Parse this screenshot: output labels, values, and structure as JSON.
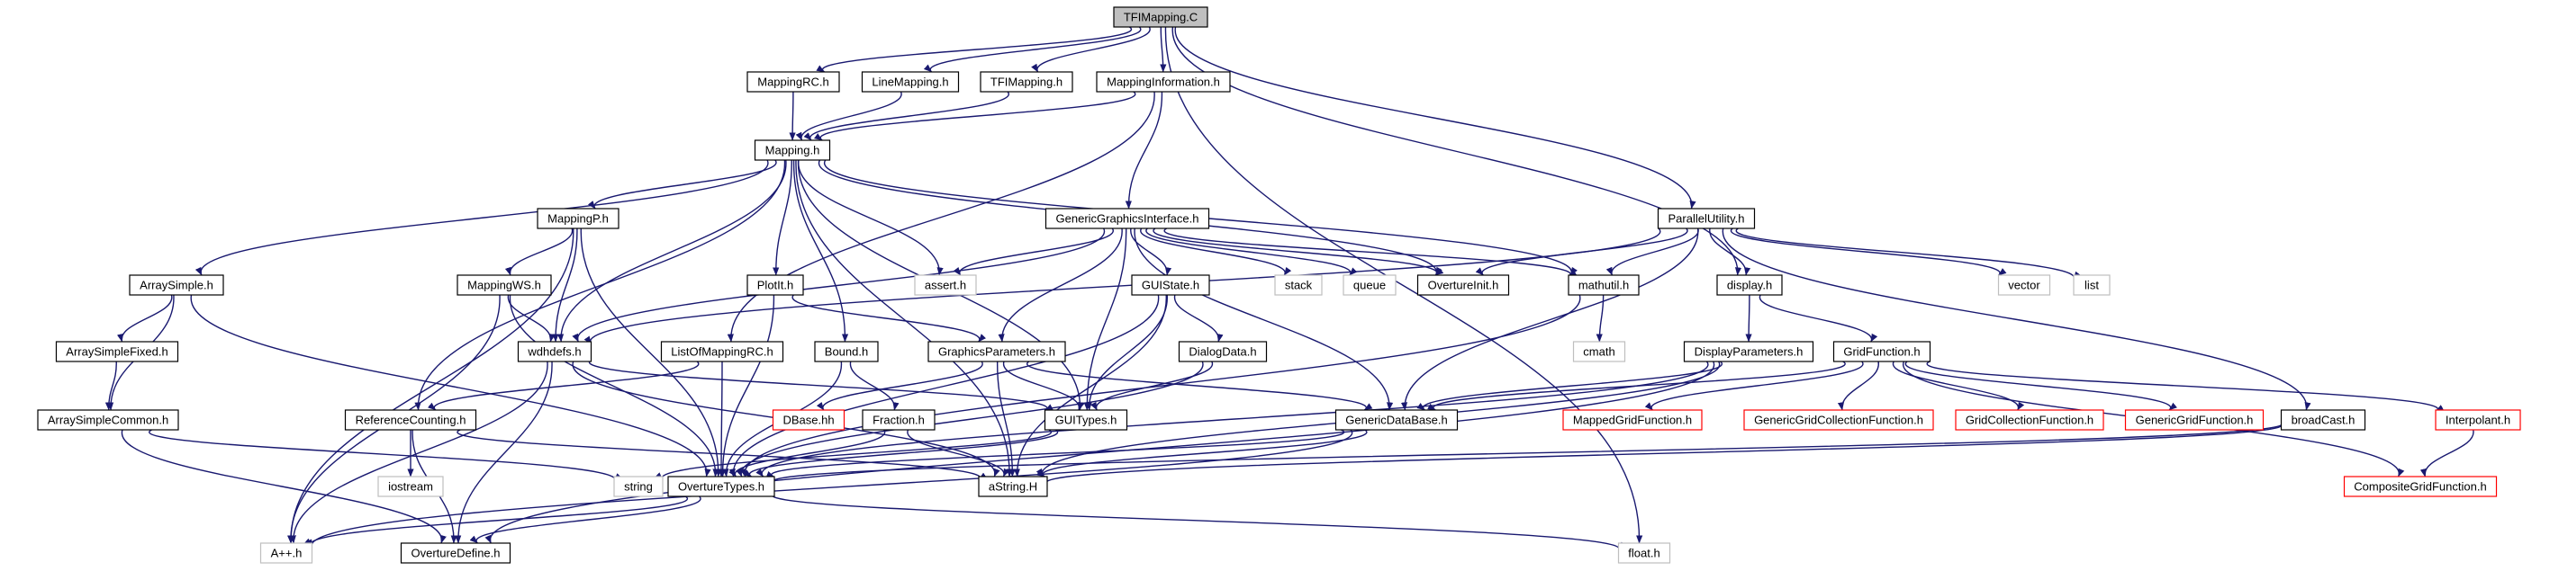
{
  "graph": {
    "colors": {
      "edge": "#191970",
      "border_black": "#000000",
      "border_gray": "#bfbfbf",
      "border_red": "#ff0000",
      "root_fill": "#bfbfbf"
    },
    "nodes": [
      {
        "id": "TFIMapping.C",
        "label": "TFIMapping.C",
        "style": "root"
      },
      {
        "id": "MappingRC.h",
        "label": "MappingRC.h",
        "style": "black"
      },
      {
        "id": "LineMapping.h",
        "label": "LineMapping.h",
        "style": "black"
      },
      {
        "id": "TFIMapping.h",
        "label": "TFIMapping.h",
        "style": "black"
      },
      {
        "id": "MappingInformation.h",
        "label": "MappingInformation.h",
        "style": "black"
      },
      {
        "id": "Mapping.h",
        "label": "Mapping.h",
        "style": "black"
      },
      {
        "id": "MappingP.h",
        "label": "MappingP.h",
        "style": "black"
      },
      {
        "id": "GenericGraphicsInterface.h",
        "label": "GenericGraphicsInterface.h",
        "style": "black"
      },
      {
        "id": "ParallelUtility.h",
        "label": "ParallelUtility.h",
        "style": "black"
      },
      {
        "id": "ArraySimple.h",
        "label": "ArraySimple.h",
        "style": "black"
      },
      {
        "id": "MappingWS.h",
        "label": "MappingWS.h",
        "style": "black"
      },
      {
        "id": "PlotIt.h",
        "label": "PlotIt.h",
        "style": "black"
      },
      {
        "id": "assert.h",
        "label": "assert.h",
        "style": "gray"
      },
      {
        "id": "GUIState.h",
        "label": "GUIState.h",
        "style": "black"
      },
      {
        "id": "stack",
        "label": "stack",
        "style": "gray"
      },
      {
        "id": "queue",
        "label": "queue",
        "style": "gray"
      },
      {
        "id": "OvertureInit.h",
        "label": "OvertureInit.h",
        "style": "black"
      },
      {
        "id": "mathutil.h",
        "label": "mathutil.h",
        "style": "black"
      },
      {
        "id": "display.h",
        "label": "display.h",
        "style": "black"
      },
      {
        "id": "vector",
        "label": "vector",
        "style": "gray"
      },
      {
        "id": "list",
        "label": "list",
        "style": "gray"
      },
      {
        "id": "ArraySimpleFixed.h",
        "label": "ArraySimpleFixed.h",
        "style": "black"
      },
      {
        "id": "wdhdefs.h",
        "label": "wdhdefs.h",
        "style": "black"
      },
      {
        "id": "ListOfMappingRC.h",
        "label": "ListOfMappingRC.h",
        "style": "black"
      },
      {
        "id": "Bound.h",
        "label": "Bound.h",
        "style": "black"
      },
      {
        "id": "GraphicsParameters.h",
        "label": "GraphicsParameters.h",
        "style": "black"
      },
      {
        "id": "DialogData.h",
        "label": "DialogData.h",
        "style": "black"
      },
      {
        "id": "cmath",
        "label": "cmath",
        "style": "gray"
      },
      {
        "id": "DisplayParameters.h",
        "label": "DisplayParameters.h",
        "style": "black"
      },
      {
        "id": "GridFunction.h",
        "label": "GridFunction.h",
        "style": "black"
      },
      {
        "id": "ArraySimpleCommon.h",
        "label": "ArraySimpleCommon.h",
        "style": "black"
      },
      {
        "id": "ReferenceCounting.h",
        "label": "ReferenceCounting.h",
        "style": "black"
      },
      {
        "id": "DBase.hh",
        "label": "DBase.hh",
        "style": "red"
      },
      {
        "id": "Fraction.h",
        "label": "Fraction.h",
        "style": "black"
      },
      {
        "id": "GUITypes.h",
        "label": "GUITypes.h",
        "style": "black"
      },
      {
        "id": "GenericDataBase.h",
        "label": "GenericDataBase.h",
        "style": "black"
      },
      {
        "id": "MappedGridFunction.h",
        "label": "MappedGridFunction.h",
        "style": "red"
      },
      {
        "id": "GenericGridCollectionFunction.h",
        "label": "GenericGridCollectionFunction.h",
        "style": "red"
      },
      {
        "id": "GridCollectionFunction.h",
        "label": "GridCollectionFunction.h",
        "style": "red"
      },
      {
        "id": "GenericGridFunction.h",
        "label": "GenericGridFunction.h",
        "style": "red"
      },
      {
        "id": "broadCast.h",
        "label": "broadCast.h",
        "style": "black"
      },
      {
        "id": "Interpolant.h",
        "label": "Interpolant.h",
        "style": "red"
      },
      {
        "id": "iostream",
        "label": "iostream",
        "style": "gray"
      },
      {
        "id": "string",
        "label": "string",
        "style": "gray"
      },
      {
        "id": "OvertureTypes.h",
        "label": "OvertureTypes.h",
        "style": "black"
      },
      {
        "id": "aString.H",
        "label": "aString.H",
        "style": "black"
      },
      {
        "id": "CompositeGridFunction.h",
        "label": "CompositeGridFunction.h",
        "style": "red"
      },
      {
        "id": "A++.h",
        "label": "A++.h",
        "style": "gray"
      },
      {
        "id": "OvertureDefine.h",
        "label": "OvertureDefine.h",
        "style": "black"
      },
      {
        "id": "float.h",
        "label": "float.h",
        "style": "gray"
      }
    ],
    "edges": [
      [
        "TFIMapping.C",
        "MappingRC.h"
      ],
      [
        "TFIMapping.C",
        "LineMapping.h"
      ],
      [
        "TFIMapping.C",
        "TFIMapping.h"
      ],
      [
        "TFIMapping.C",
        "MappingInformation.h"
      ],
      [
        "TFIMapping.C",
        "ParallelUtility.h"
      ],
      [
        "TFIMapping.C",
        "display.h"
      ],
      [
        "TFIMapping.C",
        "float.h"
      ],
      [
        "MappingRC.h",
        "Mapping.h"
      ],
      [
        "LineMapping.h",
        "Mapping.h"
      ],
      [
        "TFIMapping.h",
        "Mapping.h"
      ],
      [
        "MappingInformation.h",
        "Mapping.h"
      ],
      [
        "MappingInformation.h",
        "GenericGraphicsInterface.h"
      ],
      [
        "MappingInformation.h",
        "ListOfMappingRC.h"
      ],
      [
        "Mapping.h",
        "MappingP.h"
      ],
      [
        "Mapping.h",
        "ArraySimple.h"
      ],
      [
        "Mapping.h",
        "PlotIt.h"
      ],
      [
        "Mapping.h",
        "assert.h"
      ],
      [
        "Mapping.h",
        "Bound.h"
      ],
      [
        "Mapping.h",
        "wdhdefs.h"
      ],
      [
        "Mapping.h",
        "ReferenceCounting.h"
      ],
      [
        "Mapping.h",
        "OvertureInit.h"
      ],
      [
        "Mapping.h",
        "mathutil.h"
      ],
      [
        "Mapping.h",
        "GUITypes.h"
      ],
      [
        "Mapping.h",
        "aString.H"
      ],
      [
        "MappingP.h",
        "MappingWS.h"
      ],
      [
        "MappingP.h",
        "wdhdefs.h"
      ],
      [
        "MappingP.h",
        "OvertureTypes.h"
      ],
      [
        "MappingP.h",
        "A++.h"
      ],
      [
        "MappingWS.h",
        "wdhdefs.h"
      ],
      [
        "MappingWS.h",
        "OvertureTypes.h"
      ],
      [
        "MappingWS.h",
        "A++.h"
      ],
      [
        "ArraySimple.h",
        "ArraySimpleFixed.h"
      ],
      [
        "ArraySimple.h",
        "ArraySimpleCommon.h"
      ],
      [
        "ArraySimple.h",
        "OvertureTypes.h"
      ],
      [
        "ArraySimpleFixed.h",
        "ArraySimpleCommon.h"
      ],
      [
        "ArraySimpleCommon.h",
        "OvertureDefine.h"
      ],
      [
        "ArraySimpleCommon.h",
        "string"
      ],
      [
        "PlotIt.h",
        "GraphicsParameters.h"
      ],
      [
        "PlotIt.h",
        "OvertureTypes.h"
      ],
      [
        "GenericGraphicsInterface.h",
        "GUIState.h"
      ],
      [
        "GenericGraphicsInterface.h",
        "stack"
      ],
      [
        "GenericGraphicsInterface.h",
        "queue"
      ],
      [
        "GenericGraphicsInterface.h",
        "OvertureInit.h"
      ],
      [
        "GenericGraphicsInterface.h",
        "mathutil.h"
      ],
      [
        "GenericGraphicsInterface.h",
        "assert.h"
      ],
      [
        "GenericGraphicsInterface.h",
        "wdhdefs.h"
      ],
      [
        "GenericGraphicsInterface.h",
        "GraphicsParameters.h"
      ],
      [
        "GenericGraphicsInterface.h",
        "GUITypes.h"
      ],
      [
        "GenericGraphicsInterface.h",
        "GenericDataBase.h"
      ],
      [
        "ParallelUtility.h",
        "OvertureInit.h"
      ],
      [
        "ParallelUtility.h",
        "mathutil.h"
      ],
      [
        "ParallelUtility.h",
        "display.h"
      ],
      [
        "ParallelUtility.h",
        "vector"
      ],
      [
        "ParallelUtility.h",
        "list"
      ],
      [
        "ParallelUtility.h",
        "wdhdefs.h"
      ],
      [
        "ParallelUtility.h",
        "GenericDataBase.h"
      ],
      [
        "ParallelUtility.h",
        "broadCast.h"
      ],
      [
        "mathutil.h",
        "cmath"
      ],
      [
        "mathutil.h",
        "OvertureTypes.h"
      ],
      [
        "display.h",
        "DisplayParameters.h"
      ],
      [
        "display.h",
        "GridFunction.h"
      ],
      [
        "GUIState.h",
        "DialogData.h"
      ],
      [
        "GUIState.h",
        "GUITypes.h"
      ],
      [
        "GUIState.h",
        "OvertureTypes.h"
      ],
      [
        "GUIState.h",
        "aString.H"
      ],
      [
        "DialogData.h",
        "GUITypes.h"
      ],
      [
        "DialogData.h",
        "OvertureTypes.h"
      ],
      [
        "wdhdefs.h",
        "A++.h"
      ],
      [
        "wdhdefs.h",
        "OvertureDefine.h"
      ],
      [
        "wdhdefs.h",
        "aString.H"
      ],
      [
        "wdhdefs.h",
        "GUITypes.h"
      ],
      [
        "ListOfMappingRC.h",
        "ReferenceCounting.h"
      ],
      [
        "ListOfMappingRC.h",
        "OvertureTypes.h"
      ],
      [
        "Bound.h",
        "Fraction.h"
      ],
      [
        "Bound.h",
        "OvertureTypes.h"
      ],
      [
        "GraphicsParameters.h",
        "DBase.hh"
      ],
      [
        "GraphicsParameters.h",
        "GUITypes.h"
      ],
      [
        "GraphicsParameters.h",
        "GenericDataBase.h"
      ],
      [
        "GraphicsParameters.h",
        "aString.H"
      ],
      [
        "ReferenceCounting.h",
        "iostream"
      ],
      [
        "ReferenceCounting.h",
        "OvertureDefine.h"
      ],
      [
        "ReferenceCounting.h",
        "aString.H"
      ],
      [
        "Fraction.h",
        "OvertureTypes.h"
      ],
      [
        "Fraction.h",
        "aString.H"
      ],
      [
        "GUITypes.h",
        "string"
      ],
      [
        "GUITypes.h",
        "OvertureTypes.h"
      ],
      [
        "GenericDataBase.h",
        "OvertureTypes.h"
      ],
      [
        "GenericDataBase.h",
        "aString.H"
      ],
      [
        "GenericDataBase.h",
        "A++.h"
      ],
      [
        "DisplayParameters.h",
        "GenericDataBase.h"
      ],
      [
        "DisplayParameters.h",
        "OvertureTypes.h"
      ],
      [
        "DisplayParameters.h",
        "aString.H"
      ],
      [
        "DisplayParameters.h",
        "OvertureDefine.h"
      ],
      [
        "GridFunction.h",
        "MappedGridFunction.h"
      ],
      [
        "GridFunction.h",
        "GenericGridCollectionFunction.h"
      ],
      [
        "GridFunction.h",
        "GridCollectionFunction.h"
      ],
      [
        "GridFunction.h",
        "GenericGridFunction.h"
      ],
      [
        "GridFunction.h",
        "Interpolant.h"
      ],
      [
        "GridFunction.h",
        "CompositeGridFunction.h"
      ],
      [
        "GridFunction.h",
        "GenericDataBase.h"
      ],
      [
        "broadCast.h",
        "OvertureTypes.h"
      ],
      [
        "broadCast.h",
        "aString.H"
      ],
      [
        "Interpolant.h",
        "CompositeGridFunction.h"
      ],
      [
        "OvertureTypes.h",
        "A++.h"
      ],
      [
        "OvertureTypes.h",
        "OvertureDefine.h"
      ],
      [
        "OvertureTypes.h",
        "float.h"
      ]
    ]
  }
}
